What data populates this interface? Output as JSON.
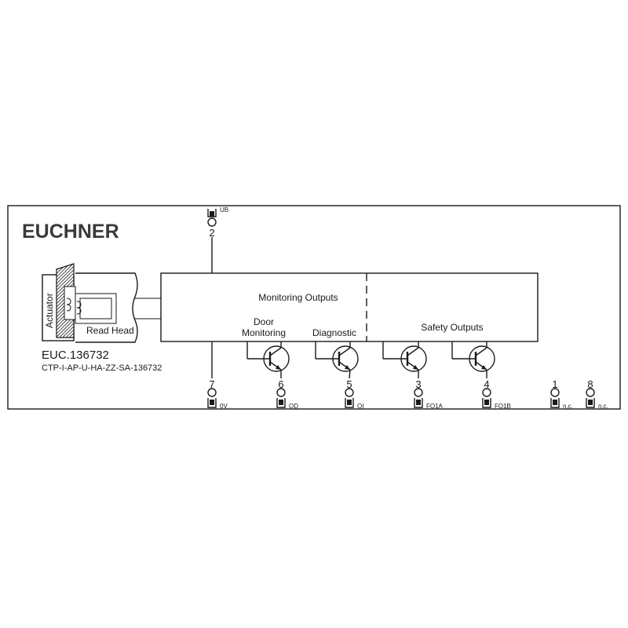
{
  "brand": {
    "logo_text": "EUCHNER"
  },
  "device": {
    "item_number": "EUC.136732",
    "order_code": "CTP-I-AP-U-HA-ZZ-SA-136732"
  },
  "components": {
    "actuator_label": "Actuator",
    "read_head_label": "Read Head"
  },
  "blocks": {
    "monitoring_outputs": "Monitoring Outputs",
    "door_monitoring_line1": "Door",
    "door_monitoring_line2": "Monitoring",
    "diagnostic": "Diagnostic",
    "safety_outputs": "Safety Outputs"
  },
  "pins": {
    "top": {
      "number": "2",
      "signal": "UB"
    },
    "bottom": [
      {
        "number": "7",
        "signal": "0V"
      },
      {
        "number": "6",
        "signal": "OD"
      },
      {
        "number": "5",
        "signal": "OI"
      },
      {
        "number": "3",
        "signal": "FO1A"
      },
      {
        "number": "4",
        "signal": "FO1B"
      },
      {
        "number": "1",
        "signal": "n.c."
      },
      {
        "number": "8",
        "signal": "n.c."
      }
    ]
  },
  "colors": {
    "line": "#1a1a1a",
    "logo": "#3a3a3a",
    "background": "#ffffff"
  }
}
